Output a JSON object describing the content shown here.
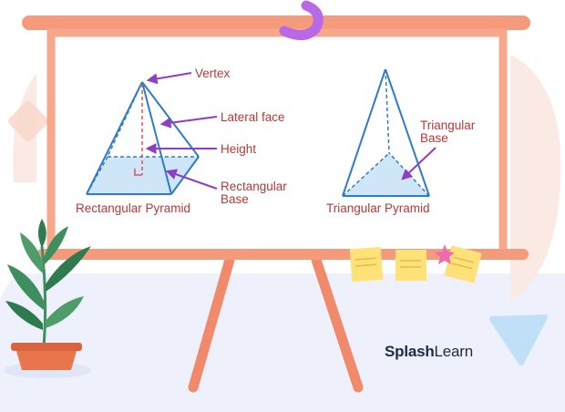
{
  "rect_pyramid": {
    "vertex": "Vertex",
    "lateral_face": "Lateral face",
    "height": "Height",
    "base_line1": "Rectangular",
    "base_line2": "Base",
    "caption": "Rectangular Pyramid"
  },
  "tri_pyramid": {
    "base_line1": "Triangular",
    "base_line2": "Base",
    "caption": "Triangular Pyramid"
  },
  "brand": {
    "bold": "Splash",
    "regular": "Learn"
  },
  "colors": {
    "board_frame": "#f7a88a",
    "board_rail": "#f59a7b",
    "easel_legs": "#f08a6a",
    "shape_stroke": "#2f7bc4",
    "base_fill": "#cfe6f8",
    "label_text": "#b03a3a",
    "arrow": "#8e3ec2",
    "height_line": "#e8504a",
    "floor": "#eef0fb",
    "sticky_note": "#ffe17a"
  }
}
